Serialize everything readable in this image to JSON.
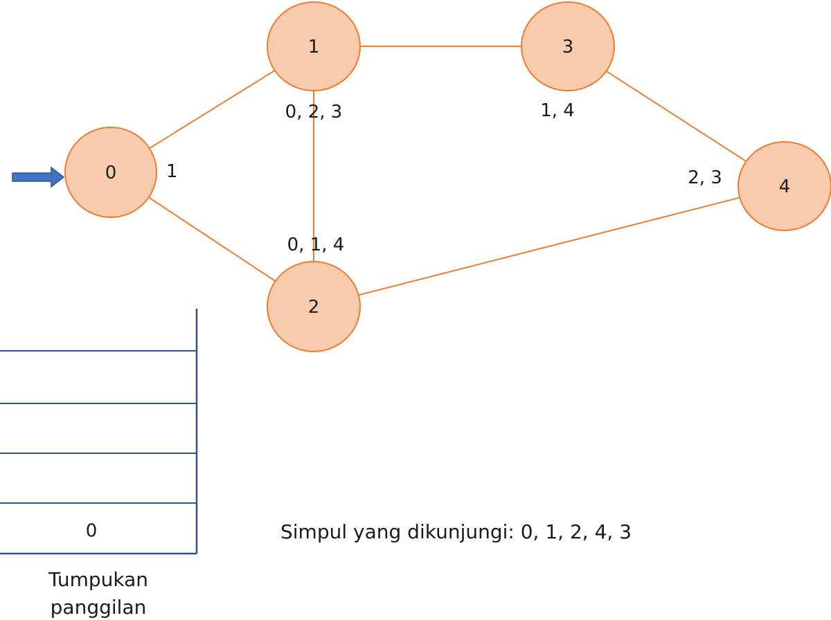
{
  "graph": {
    "nodes": [
      {
        "id": "0",
        "label": "0",
        "adjacency": "1"
      },
      {
        "id": "1",
        "label": "1",
        "adjacency": "0, 2, 3"
      },
      {
        "id": "2",
        "label": "2",
        "adjacency": "0, 1, 4"
      },
      {
        "id": "3",
        "label": "3",
        "adjacency": "1, 4"
      },
      {
        "id": "4",
        "label": "4",
        "adjacency": "2, 3"
      }
    ],
    "edges": [
      [
        "0",
        "1"
      ],
      [
        "0",
        "2"
      ],
      [
        "1",
        "3"
      ],
      [
        "1",
        "2"
      ],
      [
        "2",
        "4"
      ],
      [
        "3",
        "4"
      ]
    ],
    "current_node": "0"
  },
  "call_stack": {
    "caption_lines": [
      "Tumpukan",
      "panggilan"
    ],
    "slots": [
      "",
      "",
      "",
      "",
      "0"
    ]
  },
  "visited": {
    "text": "Simpul yang dikunjungi: 0, 1, 2, 4, 3"
  },
  "colors": {
    "node_fill": "#F8CBAD",
    "node_stroke": "#ED7D31",
    "edge": "#ED7D31",
    "stack_line": "#2F528F",
    "arrow_fill": "#4472C4",
    "arrow_stroke": "#2F528F",
    "text": "#1a1a1a"
  }
}
